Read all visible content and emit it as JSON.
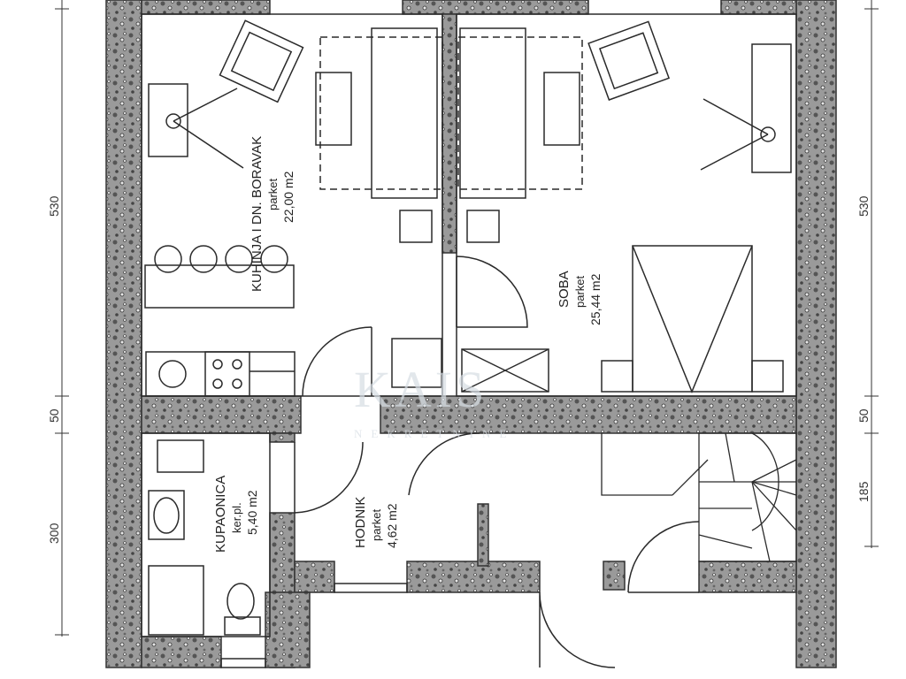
{
  "rooms": {
    "living": {
      "name": "KUHINJA I DN. BORAVAK",
      "floor": "parket",
      "area": "22,00 m2"
    },
    "bedroom": {
      "name": "SOBA",
      "floor": "parket",
      "area": "25,44 m2"
    },
    "bathroom": {
      "name": "KUPAONICA",
      "floor": "ker.pl.",
      "area": "5,40 m2"
    },
    "hall": {
      "name": "HODNIK",
      "floor": "parket",
      "area": "4,62 m2"
    }
  },
  "dimensions": {
    "left": {
      "top": "530",
      "middle": "50",
      "bottom": "300"
    },
    "right": {
      "top": "530",
      "middle": "50",
      "bottom": "185"
    }
  },
  "watermark": {
    "text": "KAIS",
    "subtitle": "NEKRETNINE"
  },
  "colors": {
    "wall": "#8c8c8c",
    "wall_dark": "#555555",
    "line": "#2a2a2a"
  }
}
